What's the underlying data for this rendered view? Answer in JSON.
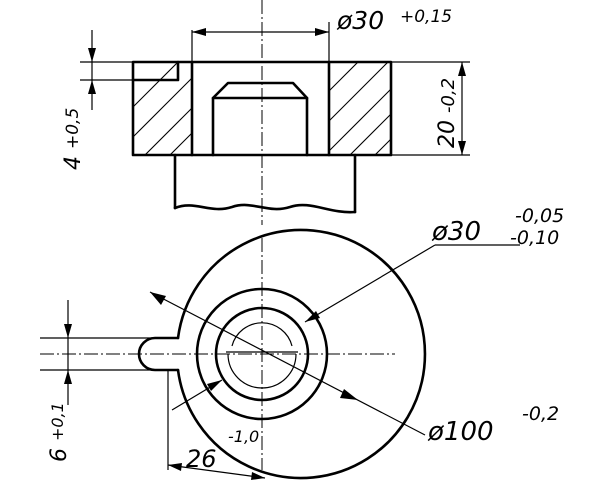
{
  "dimensions": {
    "d30_top": {
      "main": "ø30",
      "tol_upper": "+0,15"
    },
    "height_20": {
      "main": "20",
      "tol": "-0,2"
    },
    "depth_4": {
      "main": "4",
      "tol": "+0,5"
    },
    "d30_bottom": {
      "main": "ø30",
      "tol_upper": "-0,05",
      "tol_lower": "-0,10"
    },
    "d100": {
      "main": "ø100",
      "tol": "-0,2"
    },
    "width_6": {
      "main": "6",
      "tol": "+0,1"
    },
    "dist_26": {
      "main": "26",
      "tol": "-1,0"
    }
  }
}
